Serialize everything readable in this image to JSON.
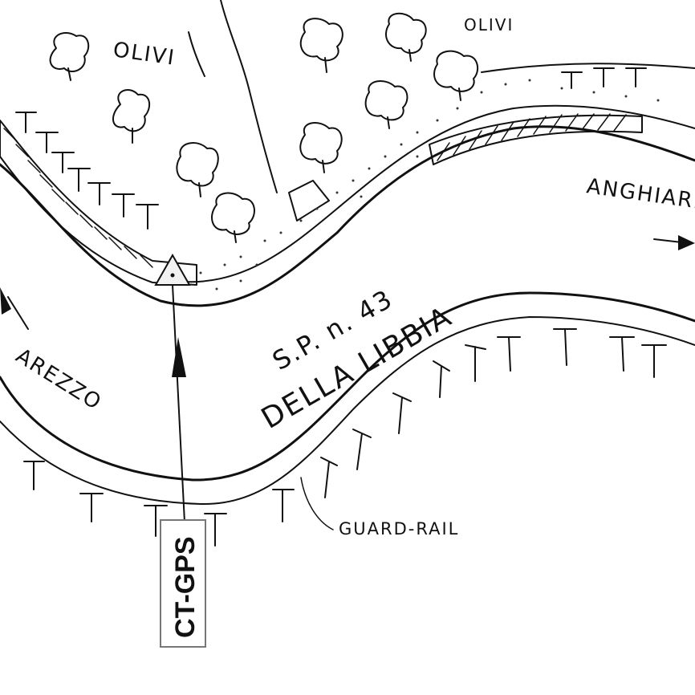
{
  "labels": {
    "olive_left": "OLIVI",
    "olive_right": "OLIVI",
    "destination_east": "ANGHIARI",
    "destination_west": "AREZZO",
    "road_number": "S.P. n. 43",
    "road_name": "DELLA LIBBIA",
    "guard_rail": "GUARD-RAIL",
    "marker": "CT-GPS"
  },
  "colors": {
    "ink": "#111111",
    "paper": "#ffffff",
    "marker_fill": "#f2f2f2"
  },
  "icons": {
    "gps_point": "triangle-marker-icon",
    "tree": "olive-tree-icon",
    "direction": "arrow-icon"
  }
}
